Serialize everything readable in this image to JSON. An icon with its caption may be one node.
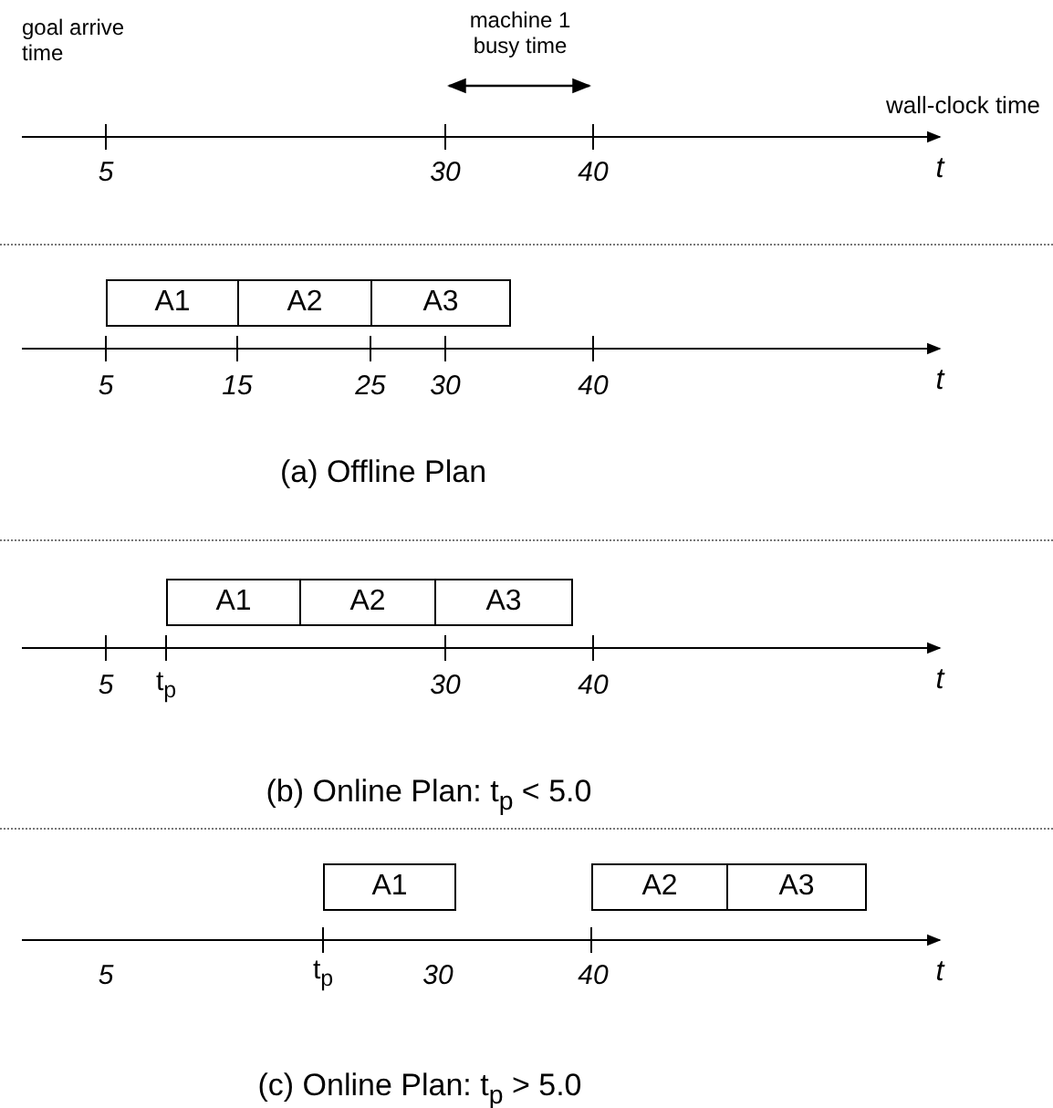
{
  "diagram": {
    "nodes": [
      {
        "text": [
          "A1"
        ]
      },
      {
        "text": [
          "A2"
        ]
      },
      {
        "text": [
          "A3"
        ]
      },
      {
        "text": [
          "A1"
        ]
      },
      {
        "text": [
          "A2"
        ]
      },
      {
        "text": [
          "A3"
        ]
      },
      {
        "text": [
          "A1"
        ]
      },
      {
        "text": [
          "A2"
        ]
      },
      {
        "text": [
          "A3"
        ]
      }
    ],
    "labels": [
      "goal arrive time",
      "machine 1 busy time",
      "wall-clock time",
      "5",
      "30",
      "40",
      "t",
      "5",
      "15",
      "25",
      "30",
      "40",
      "t",
      "(a) Offline Plan",
      "5",
      "t$_{p}$",
      "30",
      "40",
      "t",
      "(b) Online Plan: t$_{p}$ < 5.0",
      "5",
      "t$_{p}$",
      "30",
      "40",
      "t",
      "(c) Online Plan: t$_{p}$ > 5.0"
    ]
  }
}
